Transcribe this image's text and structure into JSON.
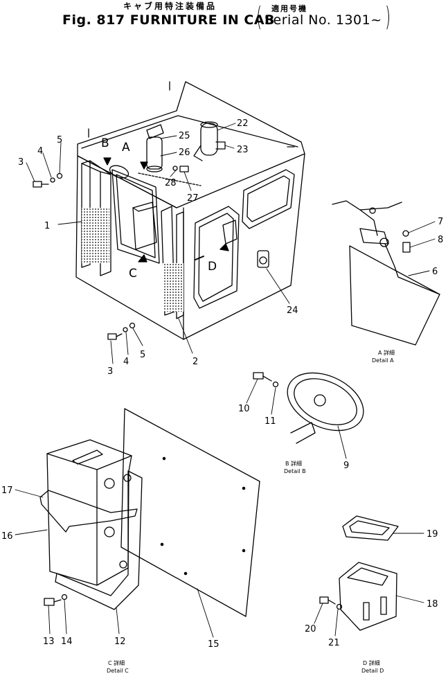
{
  "header": {
    "title_jp": "キャブ用特注装備品",
    "title_en": "Fig. 817  FURNITURE IN CAB",
    "serial_jp": "適用号機",
    "serial_en": "Serial No. 1301~",
    "paren_open": "(",
    "paren_close": ")"
  },
  "callouts": [
    "1",
    "2",
    "3",
    "4",
    "5",
    "3",
    "4",
    "5",
    "22",
    "23",
    "24",
    "25",
    "26",
    "27",
    "28",
    "7",
    "8",
    "6",
    "10",
    "11",
    "9",
    "17",
    "16",
    "13",
    "14",
    "12",
    "15",
    "19",
    "18",
    "20",
    "21"
  ],
  "view_labels": [
    "A",
    "B",
    "C",
    "D"
  ],
  "details": [
    {
      "jp": "A 詳細",
      "en": "Detail A"
    },
    {
      "jp": "B 詳細",
      "en": "Detail B"
    },
    {
      "jp": "C 詳細",
      "en": "Detail C"
    },
    {
      "jp": "D 詳細",
      "en": "Detail D"
    }
  ],
  "colors": {
    "ink": "#000000",
    "paper": "#ffffff"
  }
}
